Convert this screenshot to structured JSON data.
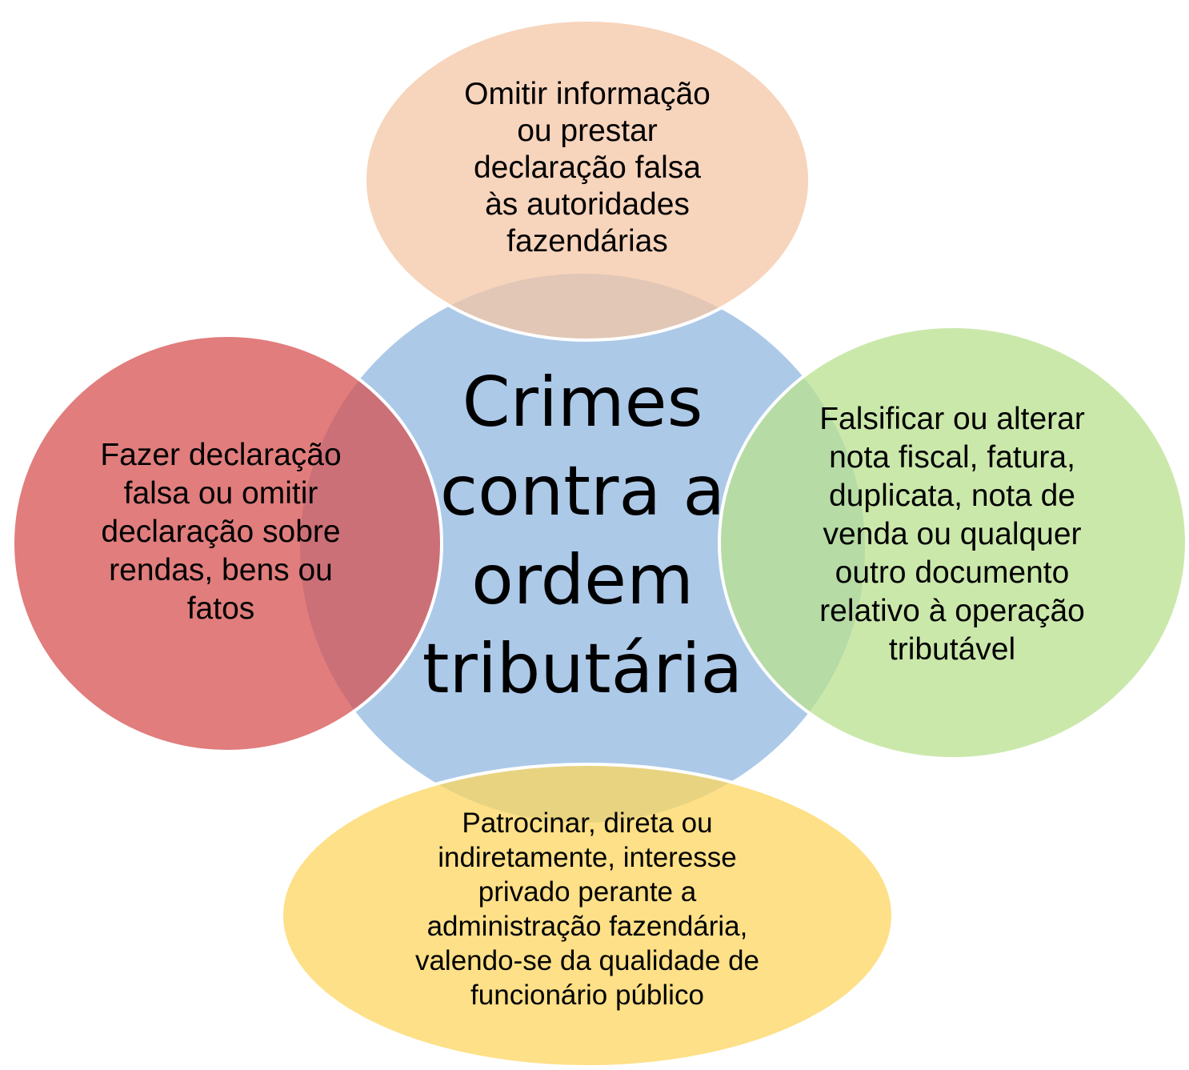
{
  "diagram": {
    "center": {
      "label": "Crimes\ncontra a\nordem\ntributária",
      "color": "#acc9e8"
    },
    "nodes": [
      {
        "id": "top",
        "label": "Omitir informação\nou prestar\ndeclaração falsa\nàs autoridades\nfazendárias",
        "color": "#f4c6a6"
      },
      {
        "id": "left",
        "label": "Fazer declaração\nfalsa ou omitir\ndeclaração sobre\nrendas, bens ou\nfatos",
        "color": "#d75252"
      },
      {
        "id": "right",
        "label": "Falsificar ou alterar\nnota fiscal, fatura,\nduplicata, nota de\nvenda ou qualquer\noutro documento\nrelativo à operação\ntributável",
        "color": "#b9e08f"
      },
      {
        "id": "bottom",
        "label": "Patrocinar, direta ou\nindiretamente, interesse\nprivado perante a\nadministração fazendária,\nvalendo-se da qualidade de\nfuncionário público",
        "color": "#fcd55f"
      }
    ]
  }
}
